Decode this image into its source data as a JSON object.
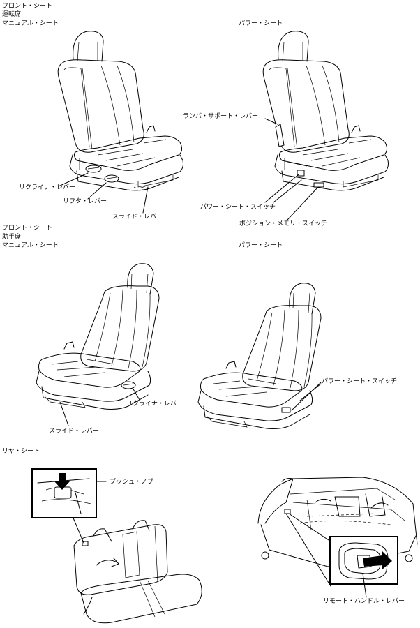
{
  "front_seat": "フロント・シート",
  "driver": {
    "heading": "運転席",
    "manual": {
      "title": "マニュアル・シート",
      "recliner": "リクライナ・レバー",
      "lifter": "リフタ・レバー",
      "slide": "スライド・レバー"
    },
    "power": {
      "title": "パワー・シート",
      "lumbar": "ランバ・サポート・レバー",
      "power_switch": "パワー・シート・スイッチ",
      "memory_switch": "ポジション・メモリ・スイッチ"
    }
  },
  "passenger": {
    "heading": "助手席",
    "manual": {
      "title": "マニュアル・シート",
      "recliner": "リクライナ・レバー",
      "slide": "スライド・レバー"
    },
    "power": {
      "title": "パワー・シート",
      "power_switch": "パワー・シート・スイッチ"
    }
  },
  "rear": {
    "heading": "リヤ・シート",
    "push_knob": "プッシュ・ノブ",
    "remote_lever": "リモート・ハンドル・レバー"
  }
}
